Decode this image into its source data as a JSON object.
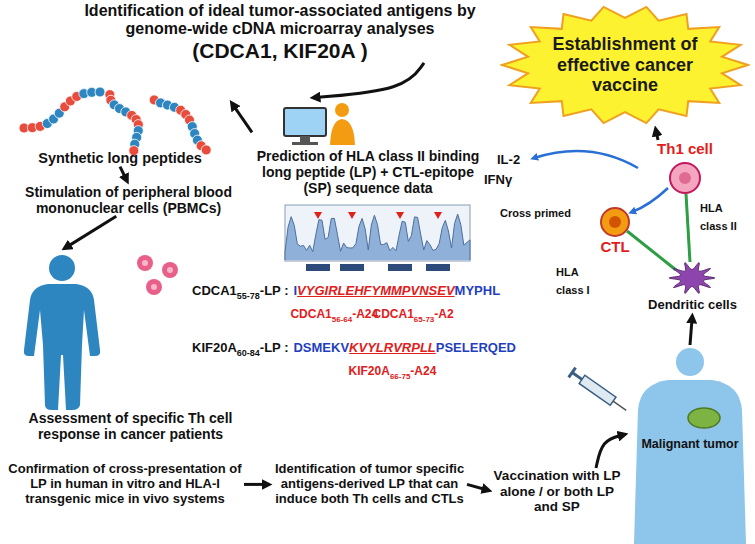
{
  "diagram": {
    "nodes": [
      {
        "text": [
          "Identification of ideal tumor-associated antigens by genome-wide cDNA microarray analyses",
          "(CDCA1, KIF20A )"
        ]
      },
      {
        "text": [
          "Establishment of effective cancer vaccine"
        ]
      },
      {
        "text": [
          "Synthetic long peptides"
        ]
      },
      {
        "text": [
          "Prediction of HLA class II binding long peptide (LP) + CTL-epitope (SP) sequence data"
        ]
      },
      {
        "text": [
          "Stimulation of peripheral blood mononuclear cells (PBMCs)"
        ]
      },
      {
        "text": [
          "Assessment of specific Th cell response in cancer patients"
        ]
      },
      {
        "text": [
          "Confirmation of cross-presentation of LP in human in vitro and HLA-I transgenic mice in vivo systems"
        ]
      },
      {
        "text": [
          "Identification of tumor specific antigens-derived LP that can induce both Th cells and CTLs"
        ]
      },
      {
        "text": [
          "Vaccination with LP alone / or both LP and SP"
        ]
      },
      {
        "text": [
          "Th1 cell"
        ]
      },
      {
        "text": [
          "CTL"
        ]
      },
      {
        "text": [
          "Dendritic cells"
        ]
      },
      {
        "text": [
          "Malignant tumor"
        ]
      }
    ],
    "edges": [
      {
        "from": 0,
        "to": 3,
        "arrow": "to"
      },
      {
        "from": 3,
        "to": 2,
        "arrow": "to"
      },
      {
        "from": 2,
        "to": 4,
        "arrow": "to"
      },
      {
        "from": 4,
        "to": 5,
        "arrow": "to"
      },
      {
        "from": 6,
        "to": 7,
        "arrow": "to"
      },
      {
        "from": 7,
        "to": 8,
        "arrow": "to"
      },
      {
        "from": 8,
        "to": 12,
        "arrow": "to"
      },
      {
        "from": 12,
        "to": 11,
        "arrow": "to"
      },
      {
        "from": 9,
        "to": 1,
        "arrow": "to"
      }
    ],
    "labels": [
      "CDCA1",
      "55-78",
      "-LP :",
      "I",
      "VYGIRLEHF",
      "YMMPVNSEV",
      "MYPHL",
      "CDCA1",
      "56-64",
      "-A24",
      "CDCA1",
      "65-73",
      "-A2",
      "KIF20A",
      "60-84",
      "-LP :",
      "DSMEKV",
      "KVYLRVRPLL",
      "PSELERQED",
      "KIF20A",
      "66-75",
      "-A24",
      "IL-2",
      "IFNγ",
      "Cross primed",
      "HLA class II",
      "HLA class I"
    ]
  }
}
